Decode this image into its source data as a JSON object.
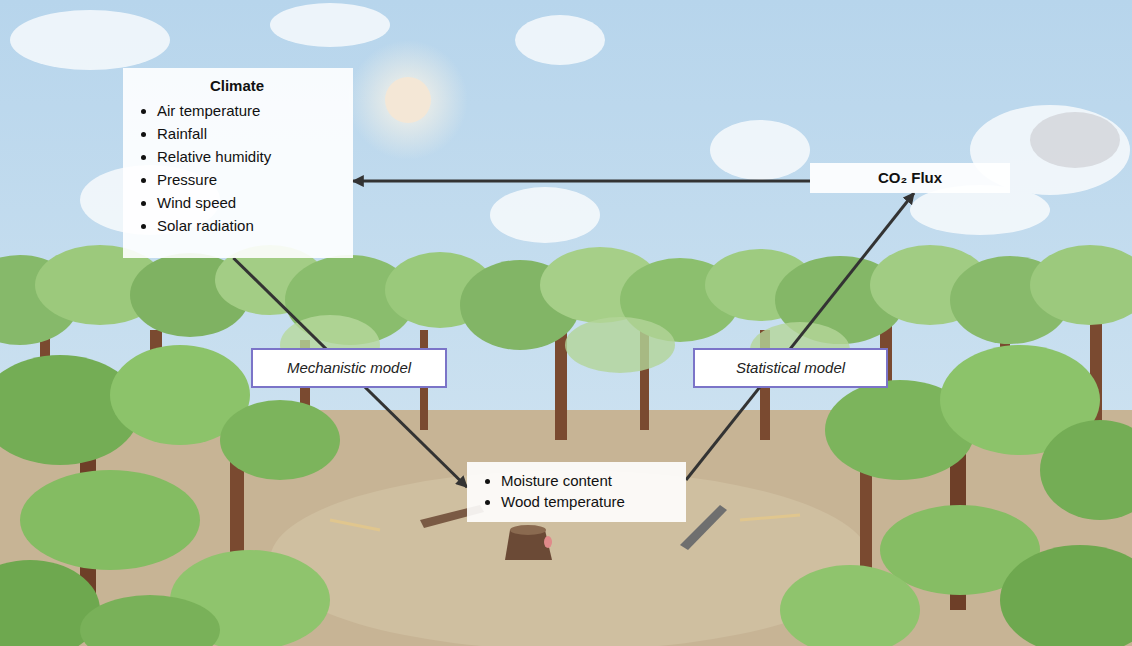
{
  "diagram": {
    "nodes": [
      {
        "text": [
          "Climate",
          "Air temperature",
          "Rainfall",
          "Relative humidity",
          "Pressure",
          "Wind speed",
          "Solar radiation"
        ]
      },
      {
        "text": [
          "CO₂ Flux"
        ]
      },
      {
        "text": [
          "Moisture content",
          "Wood temperature"
        ]
      },
      {
        "text": [
          "Mechanistic model"
        ]
      },
      {
        "text": [
          "Statistical model"
        ]
      }
    ],
    "edges": [
      {
        "from": 0,
        "to": 2,
        "arrow": "to"
      },
      {
        "from": 2,
        "to": 1,
        "arrow": "to"
      },
      {
        "from": 1,
        "to": 0,
        "arrow": "to"
      }
    ]
  }
}
